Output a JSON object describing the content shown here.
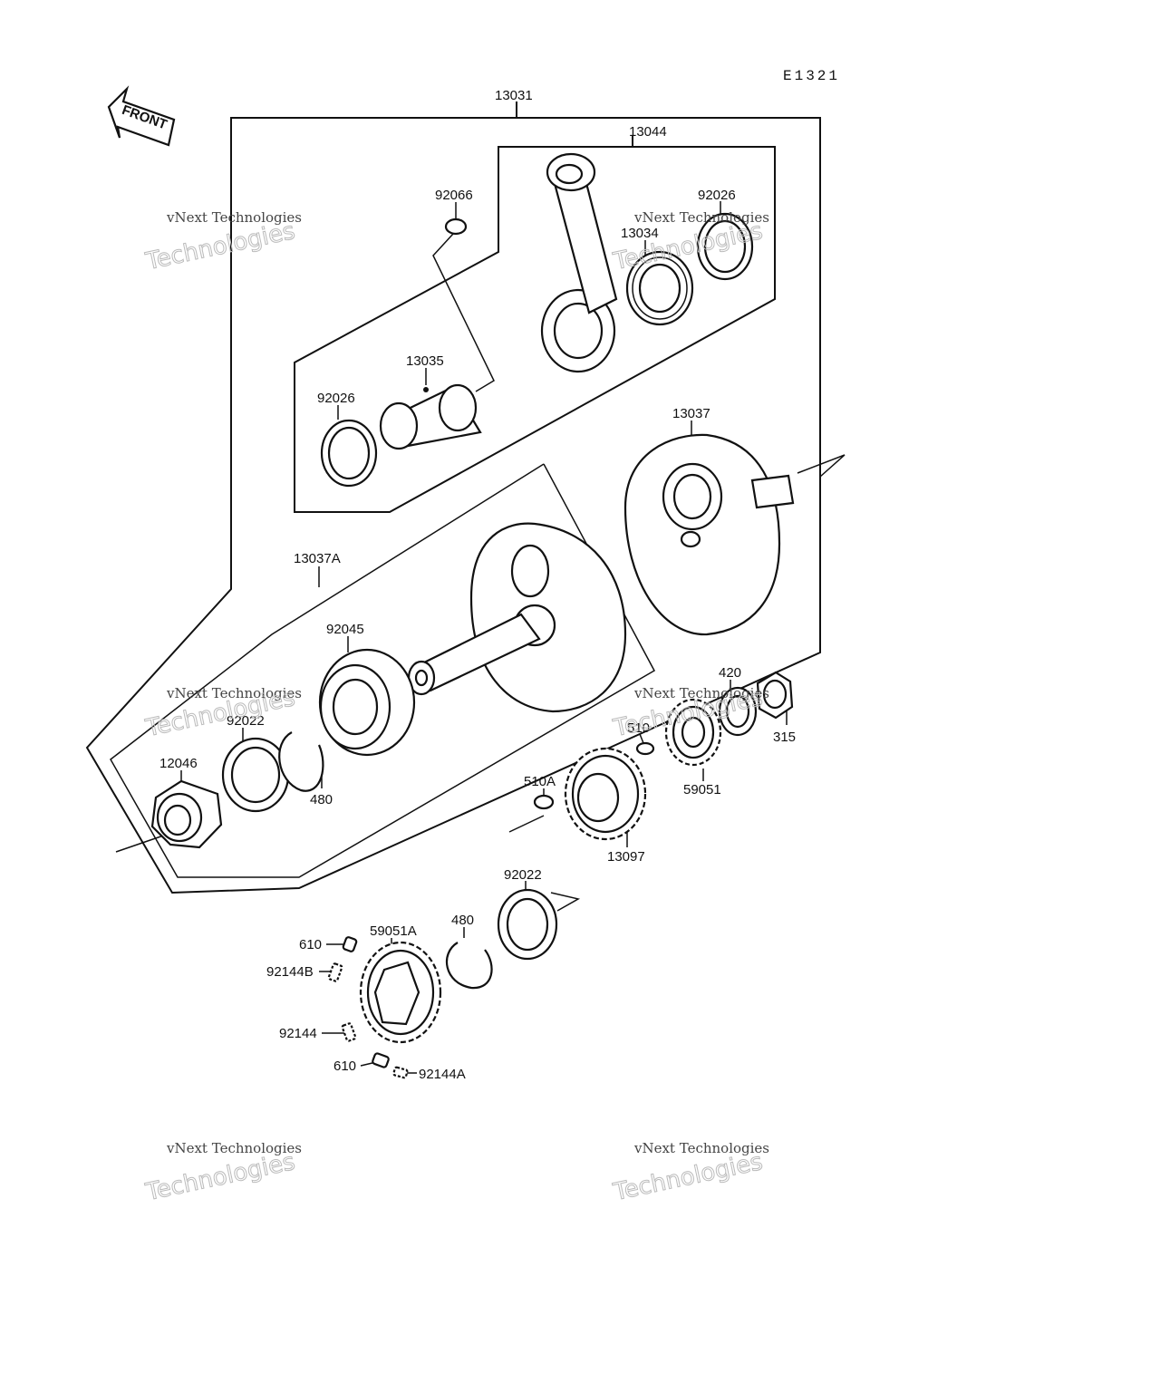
{
  "diagram_code": "E1321",
  "front_label": "FRONT",
  "labels": {
    "13031": "13031",
    "13044": "13044",
    "92066": "92066",
    "92026_top": "92026",
    "13034": "13034",
    "13035": "13035",
    "92026_left": "92026",
    "13037": "13037",
    "13037A": "13037A",
    "92045": "92045",
    "92022_left": "92022",
    "12046": "12046",
    "480_left": "480",
    "510": "510",
    "420": "420",
    "315": "315",
    "59051": "59051",
    "510A": "510A",
    "13097": "13097",
    "92022_bottom": "92022",
    "480_bottom": "480",
    "59051A": "59051A",
    "610_top": "610",
    "92144B": "92144B",
    "92144": "92144",
    "610_bottom": "610",
    "92144A": "92144A"
  },
  "watermark": {
    "line1": "vNext Technologies",
    "line2": "Technologies"
  }
}
